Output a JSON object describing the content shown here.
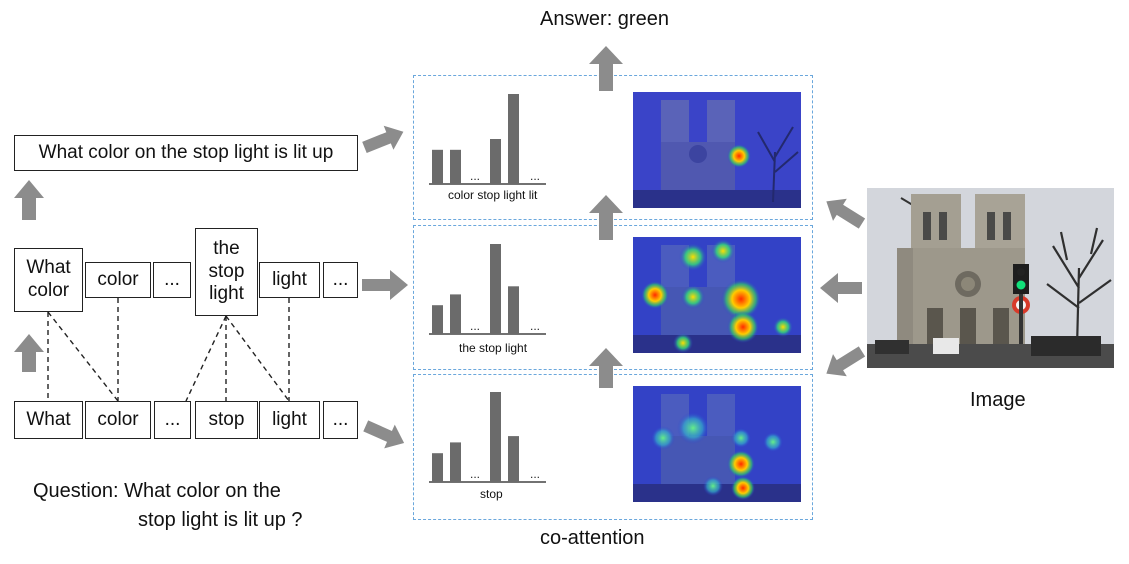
{
  "answer": "Answer: green",
  "coattention_label": "co-attention",
  "image_label": "Image",
  "question_line1": "Question: What color on the",
  "question_line2": "stop light is lit up  ?",
  "phrase_sentence": "What color on the stop light is lit up",
  "phrase_level": [
    "What color",
    "color",
    "...",
    "the stop light",
    "light",
    "..."
  ],
  "word_level": [
    "What",
    "color",
    "...",
    "stop",
    "light",
    "..."
  ],
  "panels": [
    {
      "caption": "color stop light lit",
      "ellipsis": "...",
      "bars": [
        0.38,
        0.38,
        0.5,
        1.0
      ]
    },
    {
      "caption": "the stop light",
      "ellipsis": "...",
      "bars": [
        0.32,
        0.44,
        1.0,
        0.53
      ]
    },
    {
      "caption": "stop",
      "ellipsis": "...",
      "bars": [
        0.32,
        0.44,
        1.0,
        0.51
      ]
    }
  ],
  "colors": {
    "arrow": "#8c8c8c",
    "panel_border": "#6aa7dc",
    "bar": "#6b6b6b"
  }
}
